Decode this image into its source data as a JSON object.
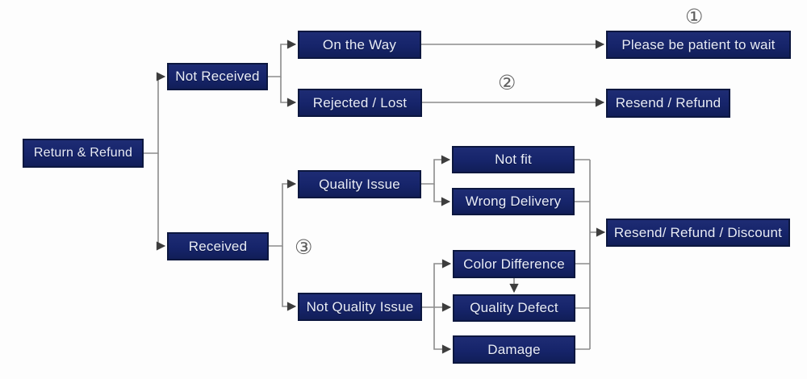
{
  "nodes": {
    "return_refund": {
      "label": "Return & Refund"
    },
    "not_received": {
      "label": "Not Received"
    },
    "on_the_way": {
      "label": "On the Way"
    },
    "please_wait": {
      "label": "Please be patient to wait"
    },
    "rejected_lost": {
      "label": "Rejected / Lost"
    },
    "resend_refund": {
      "label": "Resend / Refund"
    },
    "received": {
      "label": "Received"
    },
    "quality_issue": {
      "label": "Quality Issue"
    },
    "not_fit": {
      "label": "Not fit"
    },
    "wrong_delivery": {
      "label": "Wrong Delivery"
    },
    "not_quality_issue": {
      "label": "Not Quality Issue"
    },
    "color_difference": {
      "label": "Color Difference"
    },
    "quality_defect": {
      "label": "Quality Defect"
    },
    "damage": {
      "label": "Damage"
    },
    "resend_refund_discount": {
      "label": "Resend/ Refund / Discount"
    }
  },
  "annotations": {
    "circle1": "①",
    "circle2": "②",
    "circle3": "③"
  },
  "edges": [
    {
      "from": "return_refund",
      "to": "not_received"
    },
    {
      "from": "return_refund",
      "to": "received"
    },
    {
      "from": "not_received",
      "to": "on_the_way"
    },
    {
      "from": "not_received",
      "to": "rejected_lost"
    },
    {
      "from": "on_the_way",
      "to": "please_wait",
      "note": "①"
    },
    {
      "from": "rejected_lost",
      "to": "resend_refund",
      "note": "②"
    },
    {
      "from": "received",
      "to": "quality_issue",
      "note": "③"
    },
    {
      "from": "received",
      "to": "not_quality_issue",
      "note": "③"
    },
    {
      "from": "quality_issue",
      "to": "not_fit"
    },
    {
      "from": "quality_issue",
      "to": "wrong_delivery"
    },
    {
      "from": "not_quality_issue",
      "to": "color_difference"
    },
    {
      "from": "not_quality_issue",
      "to": "quality_defect"
    },
    {
      "from": "not_quality_issue",
      "to": "damage"
    },
    {
      "from": "color_difference",
      "to": "quality_defect"
    },
    {
      "from": "not_fit",
      "to": "resend_refund_discount"
    },
    {
      "from": "wrong_delivery",
      "to": "resend_refund_discount"
    },
    {
      "from": "color_difference",
      "to": "resend_refund_discount"
    },
    {
      "from": "quality_defect",
      "to": "resend_refund_discount"
    },
    {
      "from": "damage",
      "to": "resend_refund_discount"
    }
  ],
  "colors": {
    "node_fill": "#16246a",
    "node_border": "#0c173f",
    "node_text": "#e8ecf8",
    "connector": "#8c8c8c",
    "arrowhead": "#3d3d3d",
    "annotation": "#5e5e5e",
    "background": "#fdfdfd"
  }
}
